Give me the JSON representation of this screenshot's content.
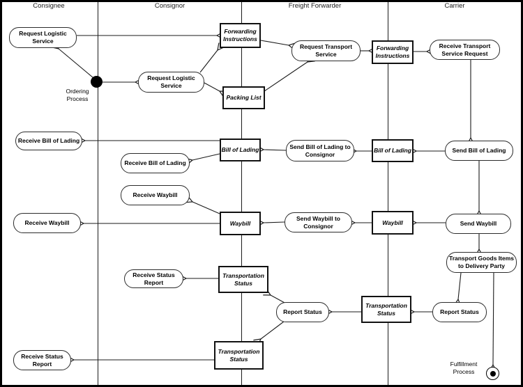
{
  "diagram_type": "uml-activity-swimlane",
  "lanes": [
    {
      "label": "Consignee"
    },
    {
      "label": "Consignor"
    },
    {
      "label": "Freight Forwarder"
    },
    {
      "label": "Carrier"
    }
  ],
  "nodes": {
    "rls_consignee": {
      "label": "Request Logistic\nService",
      "type": "activity",
      "lane": "Consignee"
    },
    "rbol_consignee": {
      "label": "Receive Bill of Lading",
      "type": "activity",
      "lane": "Consignee"
    },
    "rwb_consignee": {
      "label": "Receive Waybill",
      "type": "activity",
      "lane": "Consignee"
    },
    "rsr_consignee": {
      "label": "Receive Status\nReport",
      "type": "activity",
      "lane": "Consignee"
    },
    "rls_consignor": {
      "label": "Request Logistic\nService",
      "type": "activity",
      "lane": "Consignor"
    },
    "rbol_consignor": {
      "label": "Receive Bill of Lading",
      "type": "activity",
      "lane": "Consignor"
    },
    "rwb_consignor": {
      "label": "Receive Waybill",
      "type": "activity",
      "lane": "Consignor"
    },
    "rsr_consignor": {
      "label": "Receive Status\nReport",
      "type": "activity",
      "lane": "Consignor"
    },
    "fi1": {
      "label": "Forwarding\nInstructions",
      "type": "object",
      "lane": "Consignor/Freight Forwarder"
    },
    "pl": {
      "label": "Packing List",
      "type": "object",
      "lane": "Consignor/Freight Forwarder"
    },
    "bol1": {
      "label": "Bill of Lading",
      "type": "object",
      "lane": "Consignor/Freight Forwarder"
    },
    "wb1": {
      "label": "Waybill",
      "type": "object",
      "lane": "Consignor/Freight Forwarder"
    },
    "ts_upper": {
      "label": "Transportation\nStatus",
      "type": "object",
      "lane": "Consignor/Freight Forwarder"
    },
    "ts_bottom": {
      "label": "Transportation\nStatus",
      "type": "object",
      "lane": "Consignor/Freight Forwarder"
    },
    "rts": {
      "label": "Request Transport\nService",
      "type": "activity",
      "lane": "Freight Forwarder"
    },
    "sbolc": {
      "label": "Send Bill of Lading to\nConsignor",
      "type": "activity",
      "lane": "Freight Forwarder"
    },
    "swbc": {
      "label": "Send Waybill to\nConsignor",
      "type": "activity",
      "lane": "Freight Forwarder"
    },
    "rs_ff": {
      "label": "Report Status",
      "type": "activity",
      "lane": "Freight Forwarder"
    },
    "fi2": {
      "label": "Forwarding\nInstructions",
      "type": "object",
      "lane": "Freight Forwarder/Carrier"
    },
    "bol2": {
      "label": "Bill of Lading",
      "type": "object",
      "lane": "Freight Forwarder/Carrier"
    },
    "wb2": {
      "label": "Waybill",
      "type": "object",
      "lane": "Freight Forwarder/Carrier"
    },
    "ts_mid": {
      "label": "Transportation\nStatus",
      "type": "object",
      "lane": "Freight Forwarder/Carrier"
    },
    "rtsr": {
      "label": "Receive Transport\nService Request",
      "type": "activity",
      "lane": "Carrier"
    },
    "sbol": {
      "label": "Send Bill of Lading",
      "type": "activity",
      "lane": "Carrier"
    },
    "swb": {
      "label": "Send Waybill",
      "type": "activity",
      "lane": "Carrier"
    },
    "tgi": {
      "label": "Transport Goods Items\nto Delivery Party",
      "type": "activity",
      "lane": "Carrier"
    },
    "rs_carrier": {
      "label": "Report Status",
      "type": "activity",
      "lane": "Carrier"
    }
  },
  "annotations": {
    "start_label": "Ordering\nProcess",
    "end_label": "Fulfillment\nProcess"
  },
  "edges": [
    {
      "from": "initial",
      "to": "rls_consignee"
    },
    {
      "from": "initial",
      "to": "rls_consignor"
    },
    {
      "from": "rls_consignee",
      "to": "fi1"
    },
    {
      "from": "rls_consignor",
      "to": "fi1"
    },
    {
      "from": "rls_consignor",
      "to": "pl"
    },
    {
      "from": "fi1",
      "to": "rts"
    },
    {
      "from": "pl",
      "to": "rts"
    },
    {
      "from": "rts",
      "to": "fi2"
    },
    {
      "from": "fi2",
      "to": "rtsr"
    },
    {
      "from": "rtsr",
      "to": "sbol"
    },
    {
      "from": "sbol",
      "to": "bol2"
    },
    {
      "from": "bol2",
      "to": "sbolc"
    },
    {
      "from": "sbolc",
      "to": "bol1"
    },
    {
      "from": "bol1",
      "to": "rbol_consignee"
    },
    {
      "from": "bol1",
      "to": "rbol_consignor"
    },
    {
      "from": "sbol",
      "to": "swb"
    },
    {
      "from": "swb",
      "to": "wb2"
    },
    {
      "from": "wb2",
      "to": "swbc"
    },
    {
      "from": "swbc",
      "to": "wb1"
    },
    {
      "from": "wb1",
      "to": "rwb_consignee"
    },
    {
      "from": "wb1",
      "to": "rwb_consignor"
    },
    {
      "from": "swb",
      "to": "tgi"
    },
    {
      "from": "tgi",
      "to": "rs_carrier"
    },
    {
      "from": "tgi",
      "to": "final"
    },
    {
      "from": "rs_carrier",
      "to": "ts_mid"
    },
    {
      "from": "ts_mid",
      "to": "rs_ff"
    },
    {
      "from": "rs_ff",
      "to": "ts_upper"
    },
    {
      "from": "rs_ff",
      "to": "ts_bottom"
    },
    {
      "from": "ts_upper",
      "to": "rsr_consignor"
    },
    {
      "from": "ts_bottom",
      "to": "rsr_consignee"
    }
  ],
  "colors": {
    "background": "#ffffff",
    "line": "#1a1a1a",
    "node_fill": "#ffffff",
    "frame": "#000000"
  }
}
